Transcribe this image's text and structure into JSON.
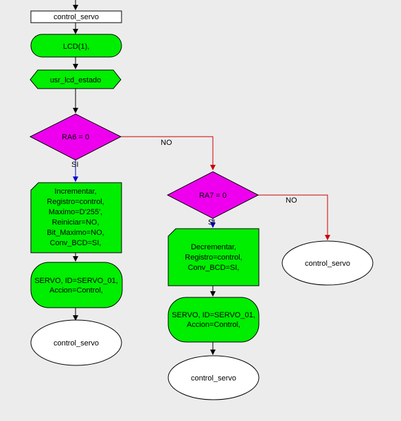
{
  "colors": {
    "background": "#ececec",
    "process_fill": "#00ee00",
    "decision_fill": "#ee00ee",
    "terminal_fill": "#ffffff",
    "stroke": "#000000",
    "yes_arrow": "#0000cc",
    "no_arrow": "#cc0000",
    "flow_arrow": "#000000"
  },
  "nodes": {
    "header": "control_servo",
    "lcd": "LCD(1),",
    "usr": "usr_lcd_estado",
    "ra6": "RA6 = 0",
    "inc": [
      "Incrementar,",
      "Registro=control,",
      "Maximo=D'255',",
      "Reiniciar=NO,",
      "Bit_Maximo=NO,",
      "Conv_BCD=SI,"
    ],
    "servo1": [
      "SERVO, ID=SERVO_01,",
      "Accion=Control,"
    ],
    "end1": "control_servo",
    "ra7": "RA7 = 0",
    "dec": [
      "Decrementar,",
      "Registro=control,",
      "Conv_BCD=SI,"
    ],
    "servo2": [
      "SERVO, ID=SERVO_01,",
      "Accion=Control,"
    ],
    "end2": "control_servo",
    "end3": "control_servo"
  },
  "edges": {
    "ra6_yes": "SI",
    "ra6_no": "NO",
    "ra7_yes": "SI",
    "ra7_no": "NO"
  }
}
